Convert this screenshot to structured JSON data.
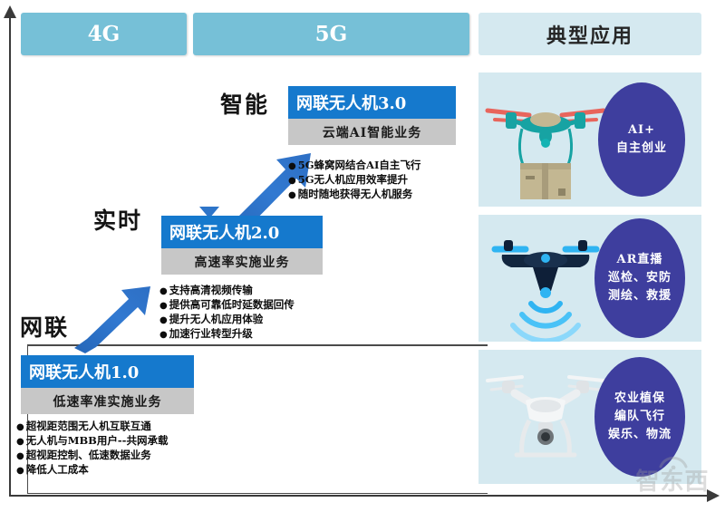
{
  "columns": {
    "gen4g": "4G",
    "gen5g": "5G",
    "applications": "典型应用"
  },
  "stage_labels": {
    "intelligent": "智能",
    "realtime": "实时",
    "connected": "网联"
  },
  "cards": [
    {
      "title": "网联无人机1.0",
      "subtitle": "低速率准实施业务",
      "bullets": [
        "超视距范围无人机互联互通",
        "无人机与MBB用户--共网承载",
        "超视距控制、低速数据业务",
        "降低人工成本"
      ]
    },
    {
      "title": "网联无人机2.0",
      "subtitle": "高速率实施业务",
      "bullets": [
        "支持高清视频传输",
        "提供高可靠低时延数据回传",
        "提升无人机应用体验",
        "加速行业转型升级"
      ]
    },
    {
      "title": "网联无人机3.0",
      "subtitle": "云端AI智能业务",
      "bullets": [
        "5G蜂窝网结合AI自主飞行",
        "5G无人机应用效率提升",
        "随时随地获得无人机服务"
      ]
    }
  ],
  "applications": [
    {
      "art": "delivery-drone-with-package",
      "lines": [
        "AI+",
        "自主创业"
      ]
    },
    {
      "art": "signal-drone-with-waves",
      "lines": [
        "AR直播",
        "巡检、安防",
        "测绘、救援"
      ]
    },
    {
      "art": "white-quadcopter-drone",
      "lines": [
        "农业植保",
        "编队飞行",
        "娱乐、物流"
      ]
    }
  ],
  "watermark": {
    "text": "智东西"
  },
  "colors": {
    "header_teal": "#76c0d7",
    "header_pale": "#d5e9f0",
    "card_blue": "#1579cd",
    "card_gray": "#c7c7c7",
    "arrow_blue": "#2e75c9",
    "ellipse_purple": "#3e3e9e",
    "axis": "#3a3a3a"
  }
}
